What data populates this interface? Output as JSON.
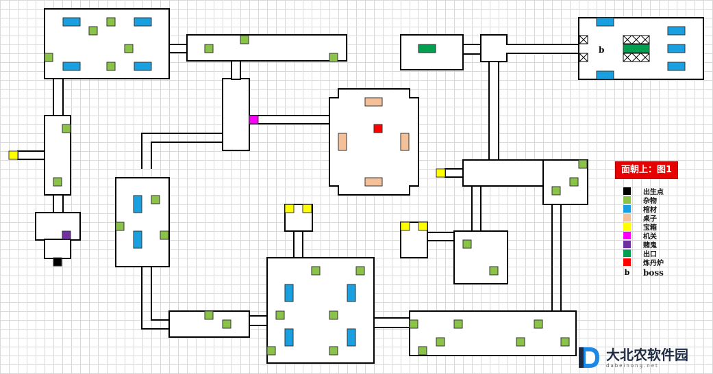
{
  "legend": {
    "title": "面朝上：图1",
    "items": [
      {
        "key": "spawn",
        "label": "出生点",
        "color": "#000000"
      },
      {
        "key": "misc",
        "label": "杂物",
        "color": "#8bc34a"
      },
      {
        "key": "coffin",
        "label": "棺材",
        "color": "#1aa0e0"
      },
      {
        "key": "table",
        "label": "桌子",
        "color": "#f4c09a"
      },
      {
        "key": "chest",
        "label": "宝箱",
        "color": "#ffff00"
      },
      {
        "key": "mechanism",
        "label": "机关",
        "color": "#ff00ff"
      },
      {
        "key": "gambler",
        "label": "赌鬼",
        "color": "#7030a0"
      },
      {
        "key": "exit",
        "label": "出口",
        "color": "#00a050"
      },
      {
        "key": "furnace",
        "label": "炼丹炉",
        "color": "#ff0000"
      }
    ],
    "boss": {
      "symbol": "b",
      "label": "boss"
    }
  },
  "map_label_boss": "b",
  "logo": {
    "name": "大北农软件园",
    "url": "dabeinong.net"
  }
}
